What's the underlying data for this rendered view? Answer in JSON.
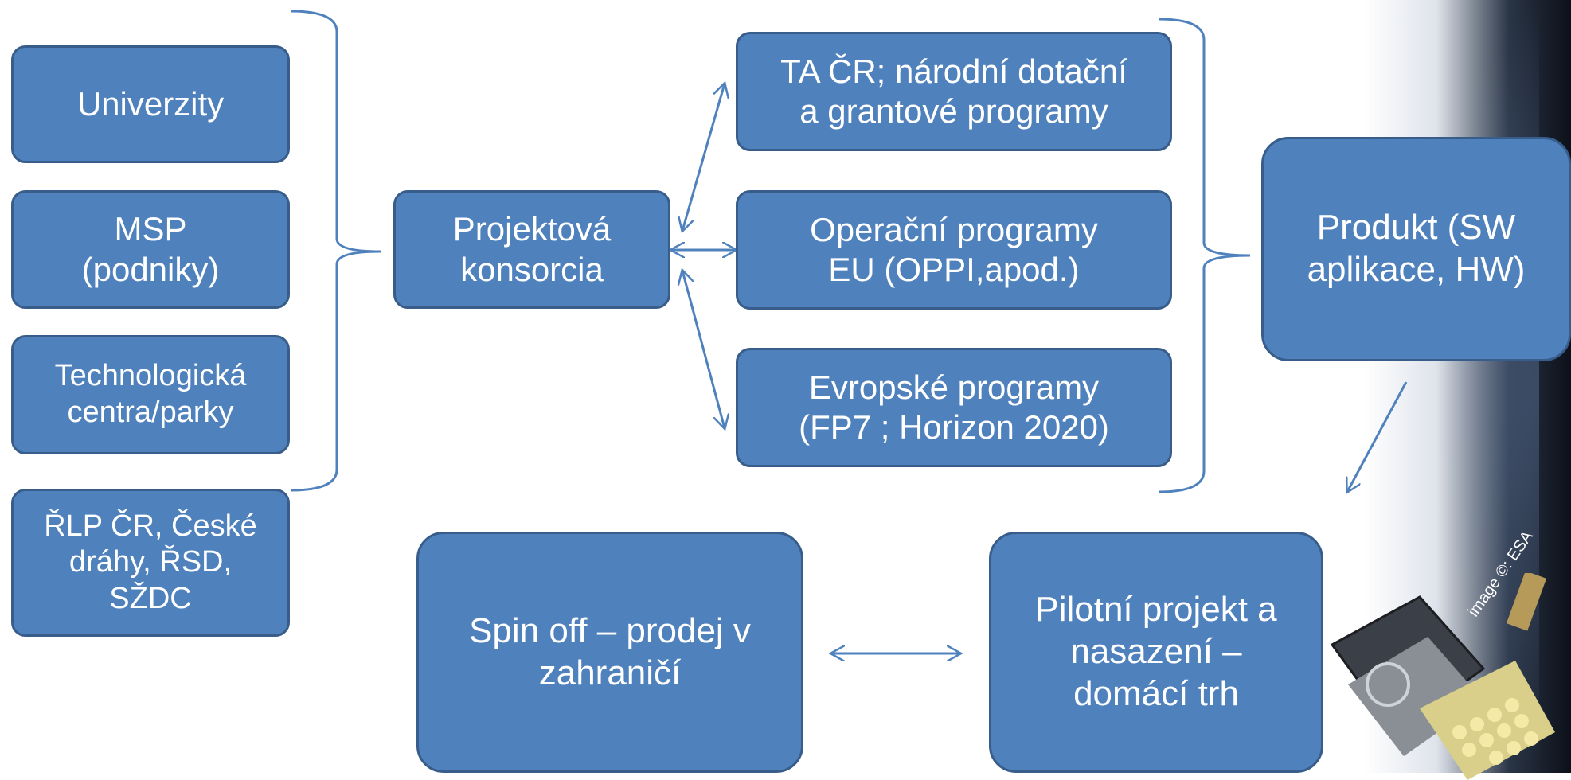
{
  "boxes": {
    "univerzity": "Univerzity",
    "msp": "MSP\n(podniky)",
    "technologicka_centra": "Technologická\ncentra/parky",
    "rlp": "ŘLP ČR, České\ndráhy, ŘSD,\nSŽDC",
    "projektova_konsorcia": "Projektová\nkonsorcia",
    "ta_cr": "TA ČR; národní dotační\na grantové programy",
    "operacni_programy": "Operační programy\nEU (OPPI,apod.)",
    "evropske_programy": "Evropské programy\n(FP7 ; Horizon 2020)",
    "produkt": "Produkt (SW\naplikace, HW)",
    "pilotni_projekt": "Pilotní projekt a\nnasazení –\ndomácí trh",
    "spin_off": "Spin off – prodej v\nzahraničí"
  },
  "image_credit": "image ©: ESA",
  "colors": {
    "box_fill": "#4f81bd",
    "box_border": "#385d8a",
    "connector": "#4f81bd",
    "text": "#ffffff"
  }
}
